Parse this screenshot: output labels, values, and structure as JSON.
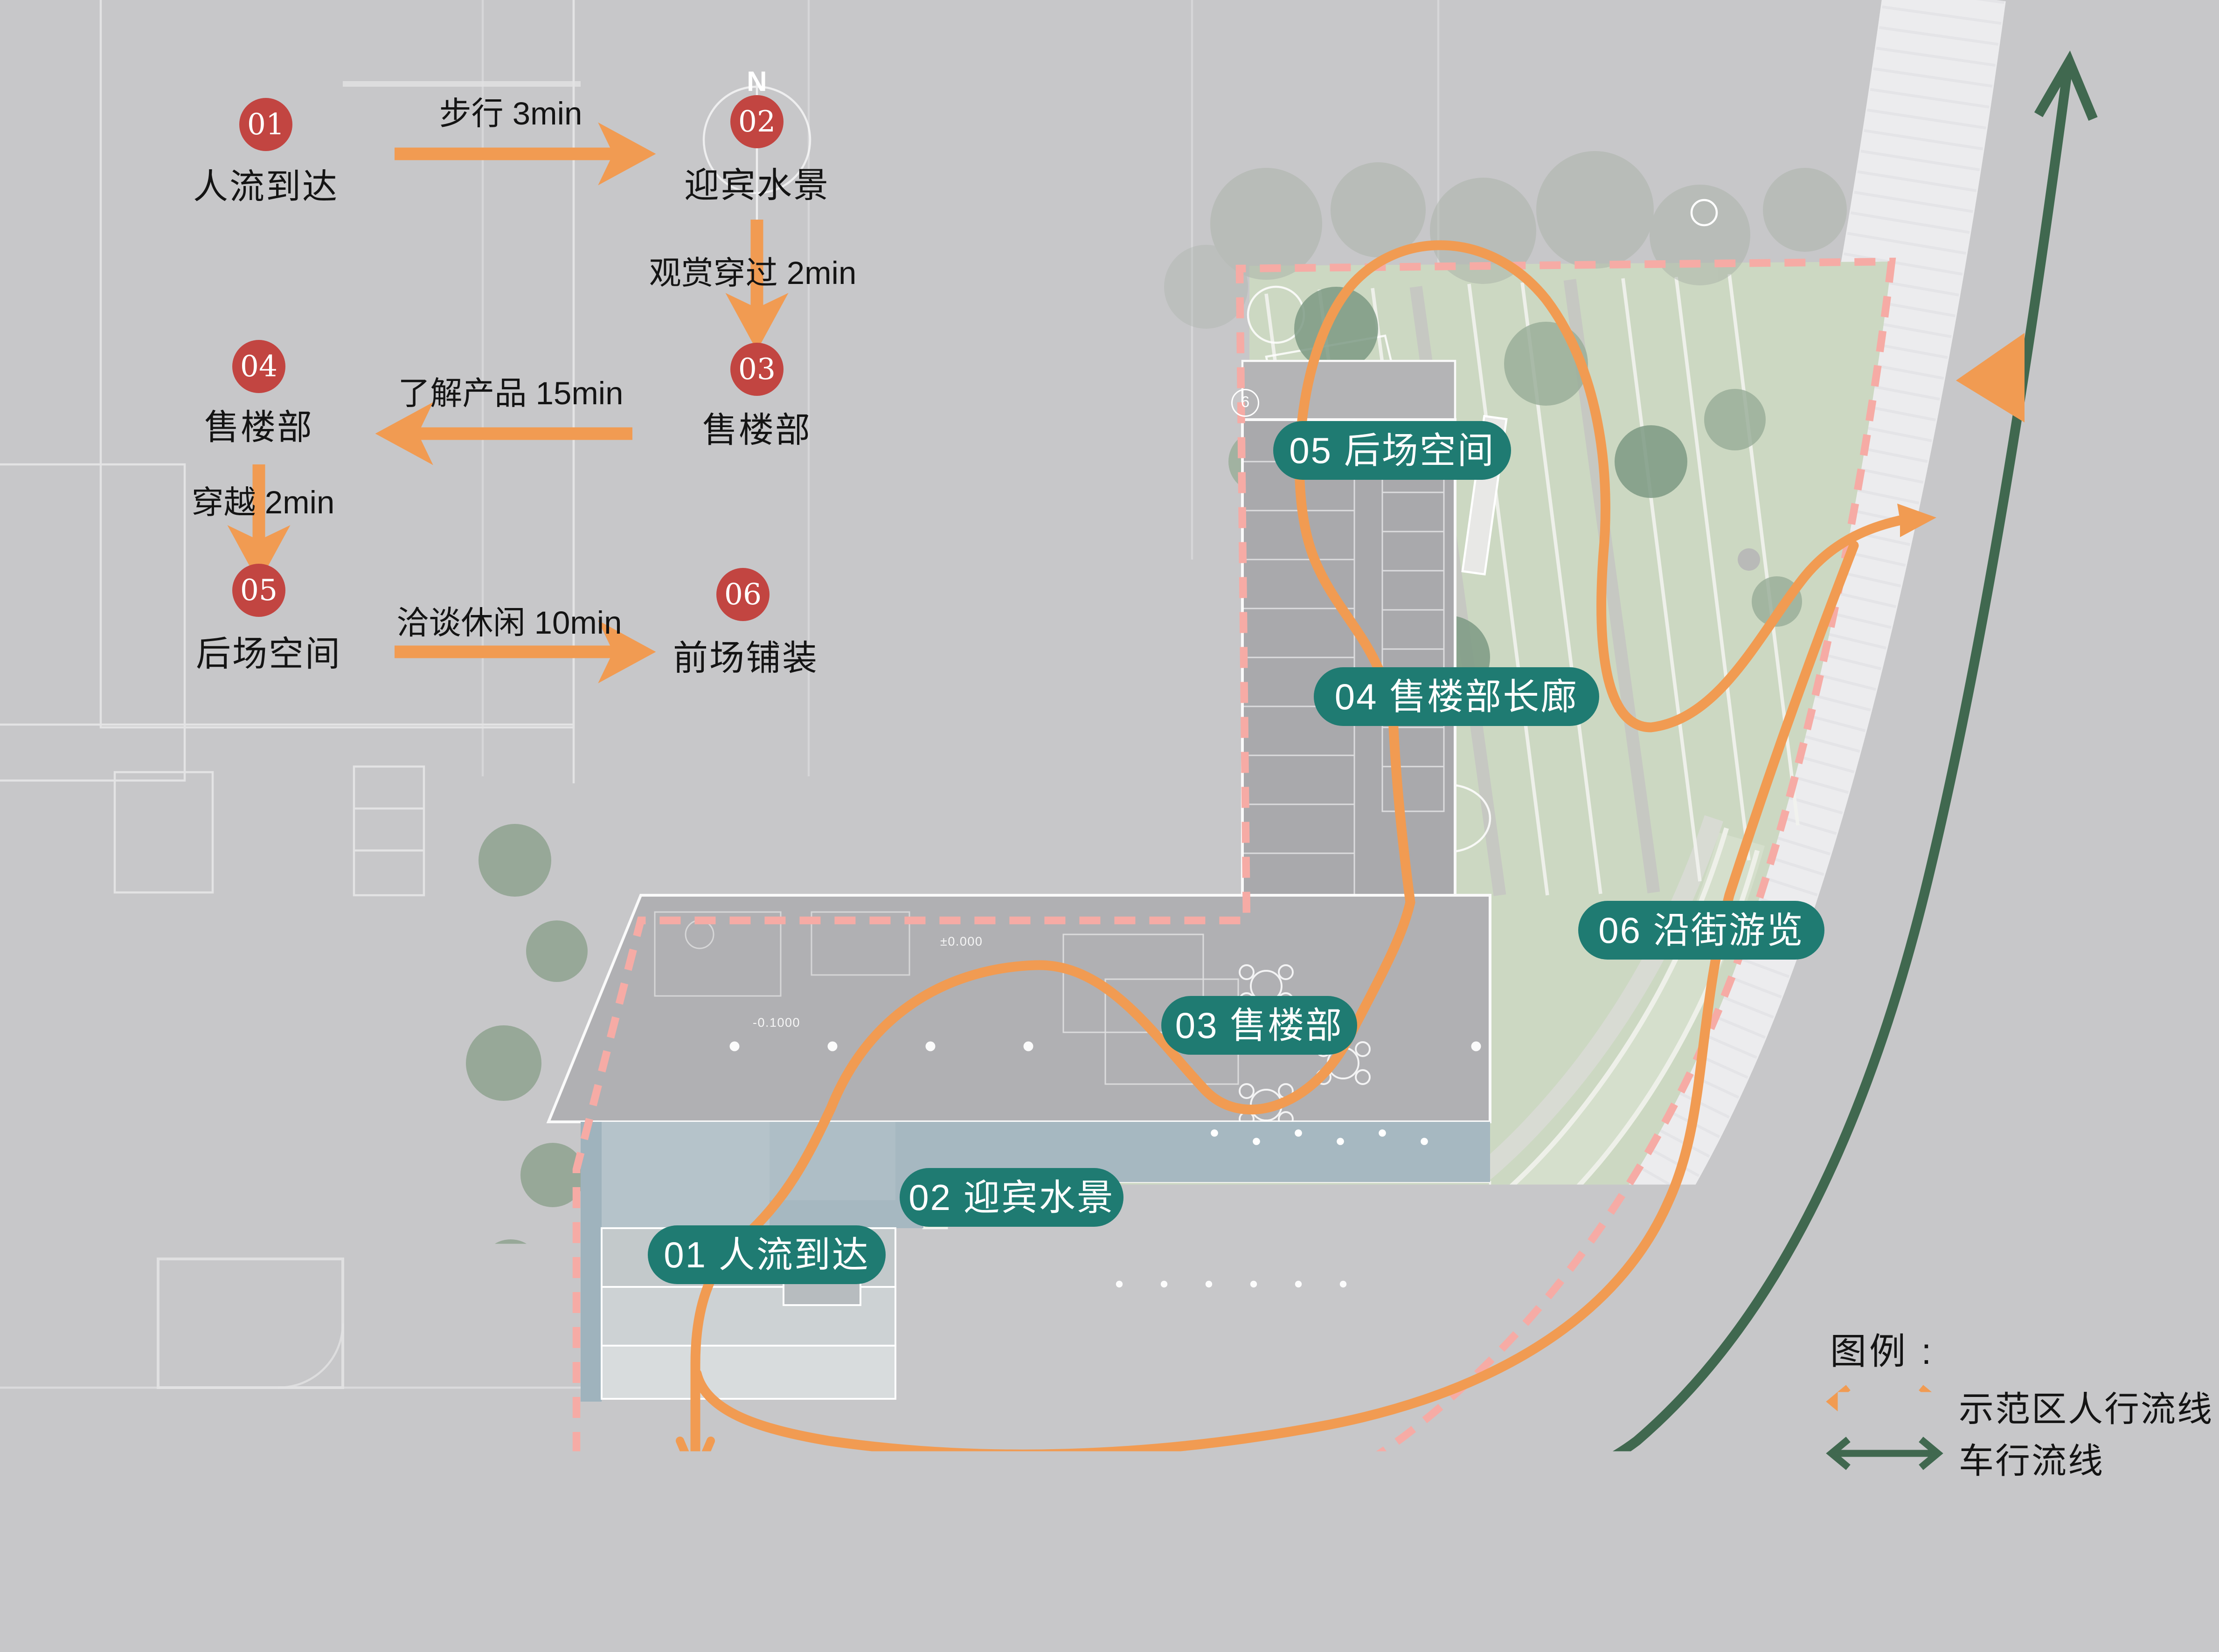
{
  "flowchart": {
    "nodes": [
      {
        "num": "01",
        "label": "人流到达"
      },
      {
        "num": "02",
        "label": "迎宾水景"
      },
      {
        "num": "03",
        "label": "售楼部"
      },
      {
        "num": "04",
        "label": "售楼部"
      },
      {
        "num": "05",
        "label": "后场空间"
      },
      {
        "num": "06",
        "label": "前场铺装"
      }
    ],
    "transitions": [
      "步行 3min",
      "观赏穿过 2min",
      "了解产品 15min",
      "穿越 2min",
      "洽谈休闲 10min"
    ]
  },
  "compass": {
    "north_label": "N"
  },
  "plan_labels": [
    "05 后场空间",
    "04 售楼部长廊",
    "06 沿街游览",
    "03 售楼部",
    "02 迎宾水景",
    "01 人流到达"
  ],
  "plan_annotations": {
    "level_zero": "±0.000",
    "level_minus": "-0.1000",
    "grid_bubble": "6"
  },
  "legend": {
    "title": "图例 :",
    "items": [
      {
        "label": "示范区人行流线",
        "color": "#F19B52"
      },
      {
        "label": "车行流线",
        "color": "#40684F"
      }
    ]
  },
  "colors": {
    "canvas": "#C7C7C9",
    "pedestrian_orange": "#F19B52",
    "vehicle_green": "#40684F",
    "label_teal": "#1F7B72",
    "node_red": "#C24541",
    "boundary_pink": "#F6ABA5",
    "paving": "#ECECEE",
    "lawn": "#CCD8C2",
    "water": "#A6B8C1",
    "tree_canopy": "#7D9A84"
  }
}
